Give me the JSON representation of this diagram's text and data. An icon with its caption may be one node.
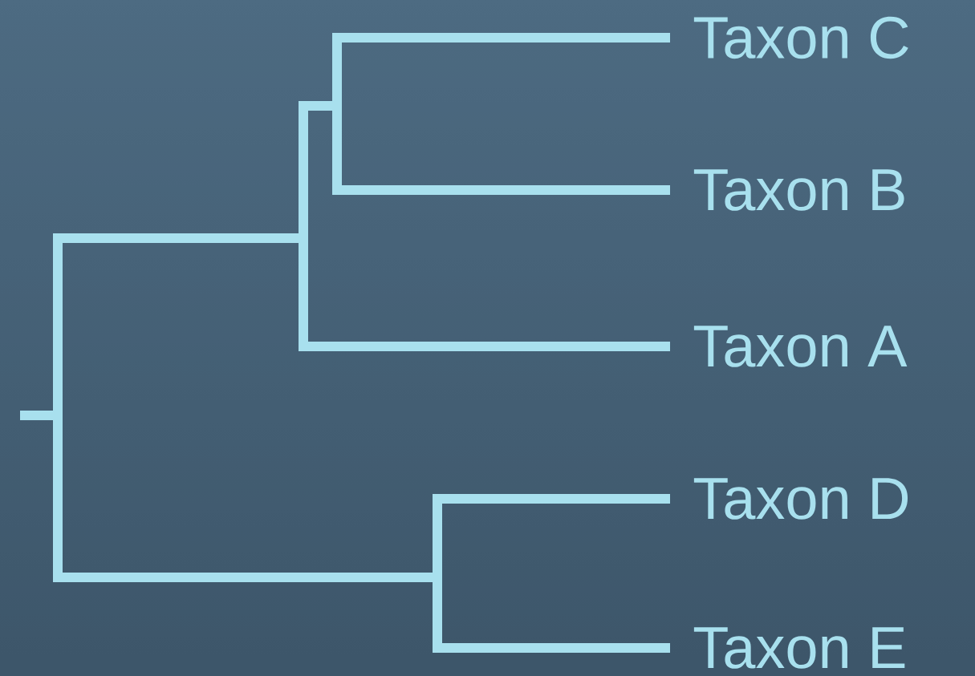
{
  "diagram": {
    "nodes": [
      {
        "text": [
          "Taxon C"
        ]
      },
      {
        "text": [
          "Taxon B"
        ]
      },
      {
        "text": [
          "Taxon A"
        ]
      },
      {
        "text": [
          "Taxon D"
        ]
      },
      {
        "text": [
          "Taxon E"
        ]
      }
    ],
    "edges": [
      {
        "from": null,
        "to": 0,
        "arrow": "none"
      },
      {
        "from": null,
        "to": 1,
        "arrow": "none"
      },
      {
        "from": null,
        "to": 2,
        "arrow": "none"
      },
      {
        "from": null,
        "to": 3,
        "arrow": "none"
      },
      {
        "from": null,
        "to": 4,
        "arrow": "none"
      }
    ]
  }
}
